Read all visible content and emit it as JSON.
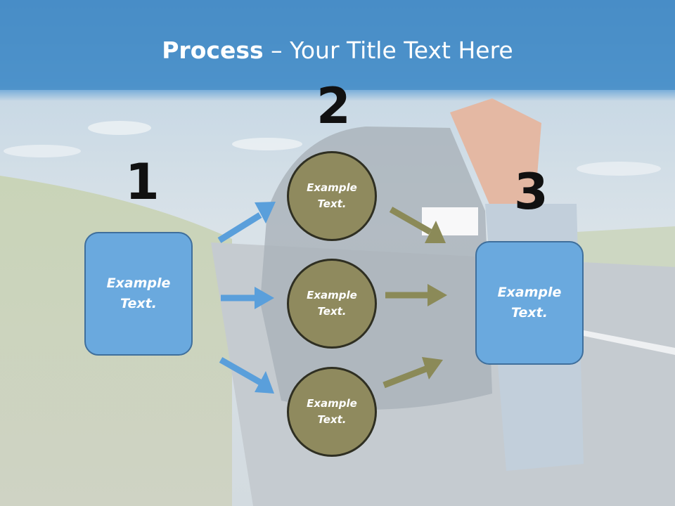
{
  "slide": {
    "title_bold": "Process",
    "title_rest": " – Your Title Text Here"
  },
  "steps": {
    "step1_number": "1",
    "step2_number": "2",
    "step3_number": "3"
  },
  "boxes": {
    "left_text": "Example Text.",
    "right_text": "Example Text."
  },
  "circles": {
    "top_text": "Example Text.",
    "middle_text": "Example Text.",
    "bottom_text": "Example Text."
  },
  "colors": {
    "header_blue": "#4a8fc8",
    "box_blue": "#6aa9de",
    "circle_olive": "#8f8a5e",
    "arrow_blue": "#5a9fdb",
    "arrow_olive": "#8b8a58"
  }
}
